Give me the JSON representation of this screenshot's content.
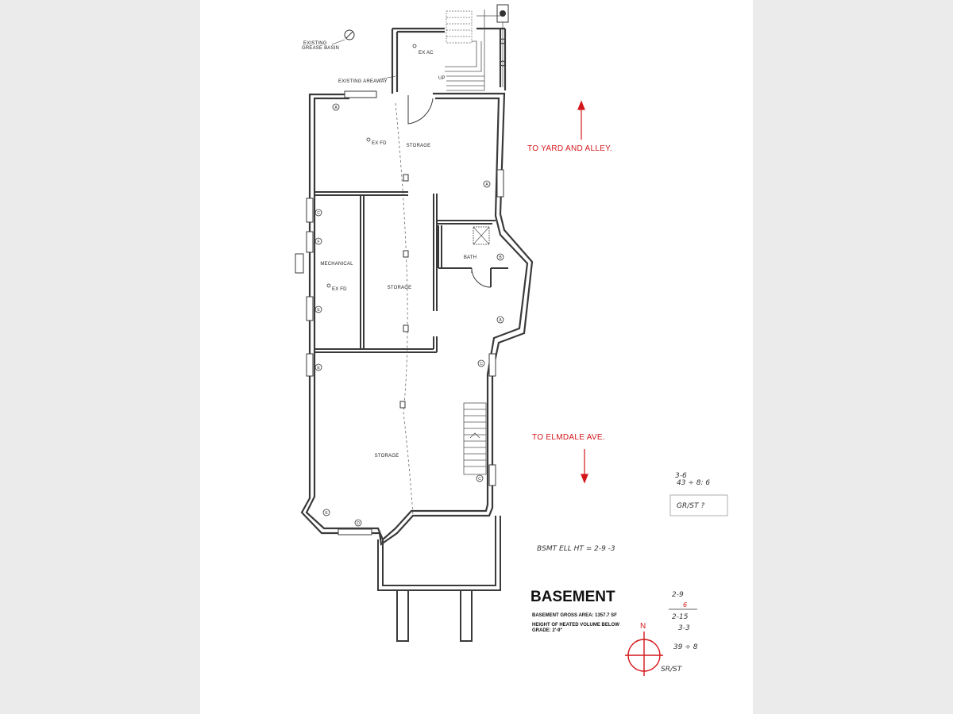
{
  "drawing": {
    "title": "BASEMENT",
    "gross_area": "BASEMENT GROSS AREA: 1357.7 SF",
    "height_line1": "HEIGHT OF HEATED VOLUME BELOW",
    "height_line2": "GRADE: 2'-9\"",
    "north_label": "N"
  },
  "rooms": {
    "storage_top": "STORAGE",
    "mechanical": "MECHANICAL",
    "storage_mid": "STORAGE",
    "bath": "BATH",
    "storage_bottom": "STORAGE"
  },
  "notes": {
    "existing_grease_basin_1": "EXISTING",
    "existing_grease_basin_2": "GREASE BASIN",
    "existing_areaway": "EXISTING AREAWAY",
    "up": "UP",
    "ex_ac": "EX AC",
    "ex_fd_top": "EX FD",
    "ex_fd_mech": "EX FD",
    "to_yard": "TO YARD AND ALLEY.",
    "to_elmdale": "TO ELMDALE AVE."
  },
  "handwritten": {
    "note_a1": "3-6",
    "note_a2": "43 ÷ 8:  6",
    "grist": "GR/ST ?",
    "bsmt_line": "BSMT ELL HT =  2-9    -3",
    "calc1": "2-9",
    "calc2": "6",
    "calc3": "2-15",
    "calc4": "3-3",
    "calc5": "39 ÷ 8",
    "calc6": "SR/ST"
  },
  "colors": {
    "markup_red": "#d4161a",
    "linework": "#3a3a3a",
    "sheet": "#ffffff",
    "background": "#ebebeb"
  }
}
